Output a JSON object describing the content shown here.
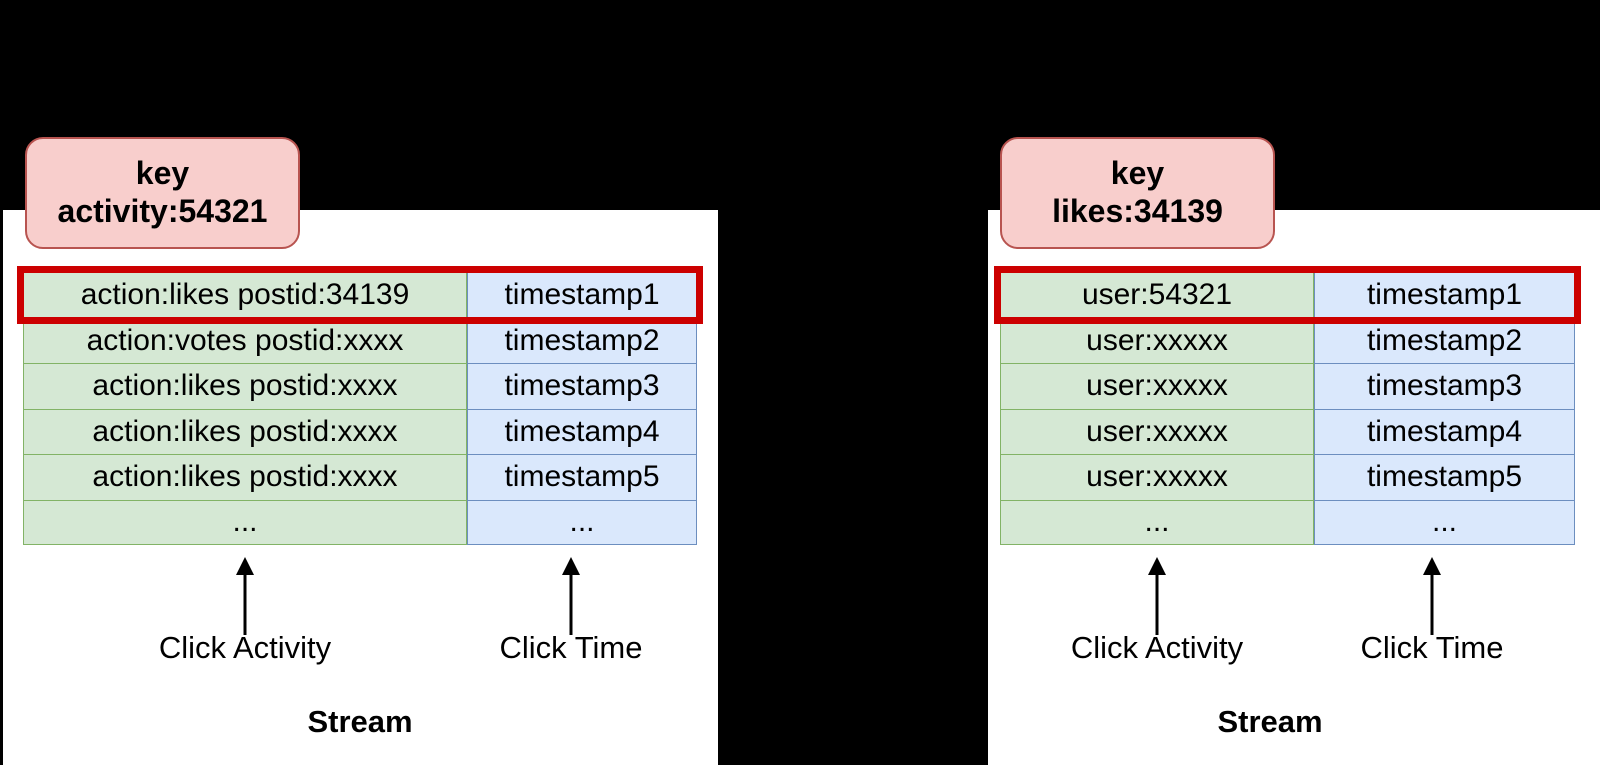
{
  "diagram": {
    "background_color": "#000000",
    "panel_background": "#ffffff",
    "accent_colors": {
      "key_badge_fill": "#f8cecc",
      "key_badge_border": "#b85450",
      "activity_cell_fill": "#d5e8d4",
      "activity_cell_border": "#82b366",
      "time_cell_fill": "#dae8fc",
      "time_cell_border": "#6c8ebf",
      "highlight_border": "#cc0000"
    }
  },
  "panels": [
    {
      "id": "left",
      "key_badge": {
        "title": "key",
        "value": "activity:54321"
      },
      "columns": {
        "activity": "Click Activity",
        "time": "Click Time"
      },
      "rows": [
        {
          "activity": "action:likes postid:34139",
          "time": "timestamp1",
          "highlighted": true
        },
        {
          "activity": "action:votes postid:xxxx",
          "time": "timestamp2",
          "highlighted": false
        },
        {
          "activity": "action:likes postid:xxxx",
          "time": "timestamp3",
          "highlighted": false
        },
        {
          "activity": "action:likes postid:xxxx",
          "time": "timestamp4",
          "highlighted": false
        },
        {
          "activity": "action:likes postid:xxxx",
          "time": "timestamp5",
          "highlighted": false
        },
        {
          "activity": "...",
          "time": "...",
          "highlighted": false
        }
      ],
      "footer_label": "Stream"
    },
    {
      "id": "right",
      "key_badge": {
        "title": "key",
        "value": "likes:34139"
      },
      "columns": {
        "activity": "Click Activity",
        "time": "Click Time"
      },
      "rows": [
        {
          "activity": "user:54321",
          "time": "timestamp1",
          "highlighted": true
        },
        {
          "activity": "user:xxxxx",
          "time": "timestamp2",
          "highlighted": false
        },
        {
          "activity": "user:xxxxx",
          "time": "timestamp3",
          "highlighted": false
        },
        {
          "activity": "user:xxxxx",
          "time": "timestamp4",
          "highlighted": false
        },
        {
          "activity": "user:xxxxx",
          "time": "timestamp5",
          "highlighted": false
        },
        {
          "activity": "...",
          "time": "...",
          "highlighted": false
        }
      ],
      "footer_label": "Stream"
    }
  ]
}
